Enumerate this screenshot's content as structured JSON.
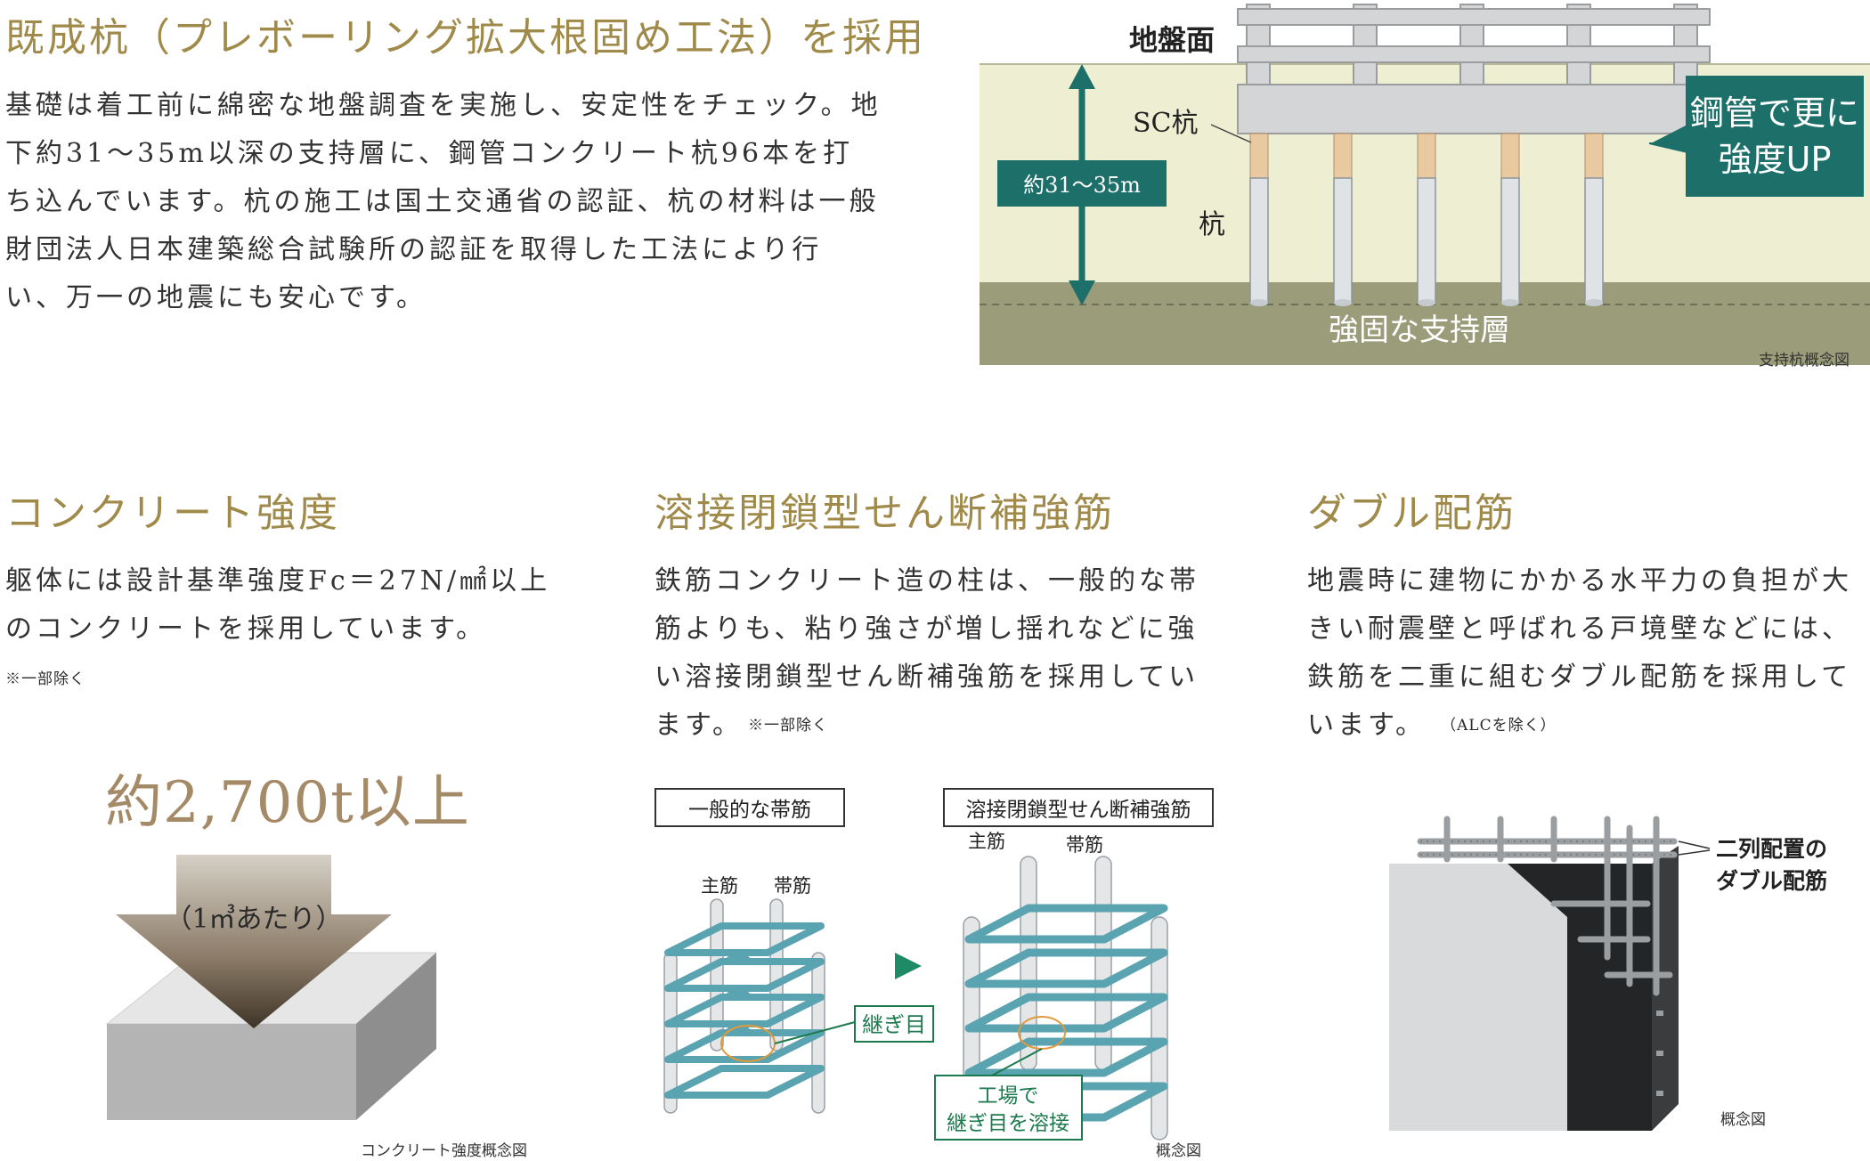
{
  "section1": {
    "title": "既成杭（プレボーリング拡大根固め工法）を採用",
    "body": "基礎は着工前に綿密な地盤調査を実施し、安定性をチェック。地下約31〜35m以深の支持層に、鋼管コンクリート杭96本を打ち込んでいます。杭の施工は国土交通省の認証、杭の材料は一般財団法人日本建築総合試験所の認証を取得した工法により行い、万一の地震にも安心です。",
    "diagram": {
      "ground_surface": "地盤面",
      "sc_pile": "SC杭",
      "pile": "杭",
      "depth": "約31〜35m",
      "bearing_layer": "強固な支持層",
      "callout_line1": "鋼管で更に",
      "callout_line2": "強度UP",
      "caption": "支持杭概念図"
    }
  },
  "section2": {
    "title": "コンクリート強度",
    "body": "躯体には設計基準強度Fc＝27N/㎟以上のコンクリートを採用しています。",
    "note": "※一部除く",
    "amount": "約2,700t以上",
    "per_unit": "（1㎥あたり）",
    "caption": "コンクリート強度概念図"
  },
  "section3": {
    "title": "溶接閉鎖型せん断補強筋",
    "body": "鉄筋コンクリート造の柱は、一般的な帯筋よりも、粘り強さが増し揺れなどに強い溶接閉鎖型せん断補強筋を採用しています。",
    "note": "※一部除く",
    "diagram": {
      "left_label": "一般的な帯筋",
      "right_label": "溶接閉鎖型せん断補強筋",
      "main_bar": "主筋",
      "hoop": "帯筋",
      "joint": "継ぎ目",
      "weld_line1": "工場で",
      "weld_line2": "継ぎ目を溶接",
      "caption": "概念図"
    }
  },
  "section4": {
    "title": "ダブル配筋",
    "body": "地震時に建物にかかる水平力の負担が大きい耐震壁と呼ばれる戸境壁などには、鉄筋を二重に組むダブル配筋を採用しています。",
    "note": "（ALCを除く）",
    "diagram": {
      "label_line1": "二列配置の",
      "label_line2": "ダブル配筋",
      "caption": "概念図"
    }
  },
  "colors": {
    "heading_gold": "#a08a4a",
    "teal": "#1d6f6a",
    "rebar_blue": "#5aa3b0",
    "ground_light": "#eeeed2",
    "ground_dark": "#9a9c7a"
  }
}
